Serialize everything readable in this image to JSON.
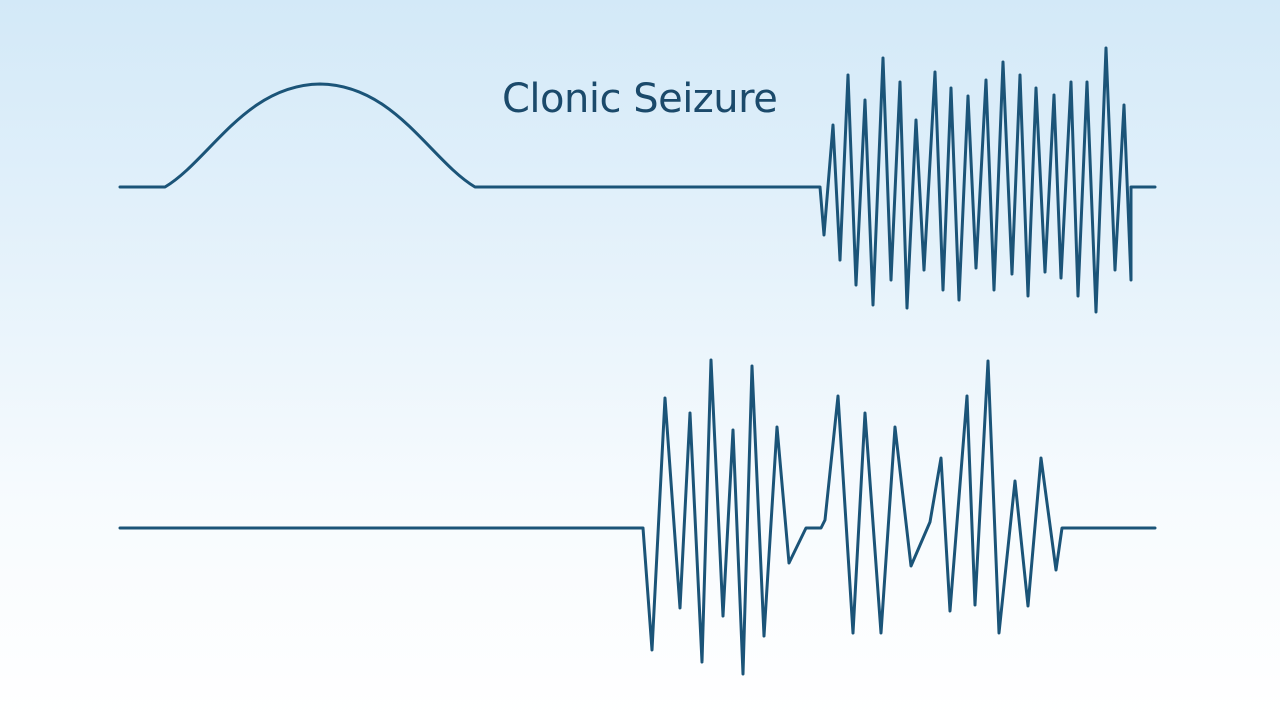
{
  "diagram": {
    "title": "Clonic Seizure"
  },
  "colors": {
    "trace": "#1b5478",
    "title": "#1b4a6b",
    "background_top": "#d3e9f8",
    "background_bottom": "#ffffff"
  },
  "traces": [
    {
      "name": "top-trace",
      "features": [
        "baseline",
        "single-hump",
        "baseline",
        "high-frequency-burst",
        "baseline"
      ]
    },
    {
      "name": "bottom-trace",
      "features": [
        "baseline",
        "irregular-spike-burst",
        "baseline"
      ]
    }
  ]
}
